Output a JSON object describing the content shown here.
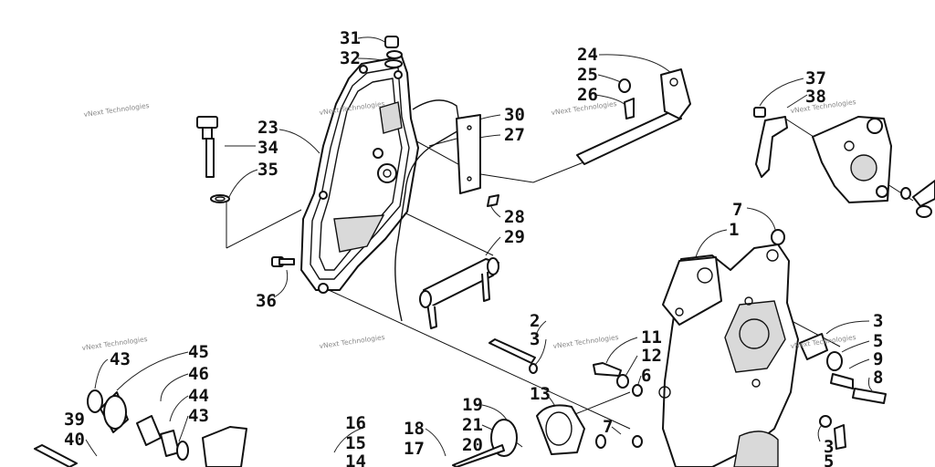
{
  "watermark": "vNext Technologies",
  "callouts": {
    "c31": "31",
    "c32": "32",
    "c23": "23",
    "c34": "34",
    "c35": "35",
    "c36": "36",
    "c30": "30",
    "c27": "27",
    "c28": "28",
    "c29": "29",
    "c24": "24",
    "c25": "25",
    "c26": "26",
    "c37": "37",
    "c38": "38",
    "c7a": "7",
    "c1": "1",
    "c2": "2",
    "c3a": "3",
    "c11": "11",
    "c12": "12",
    "c6": "6",
    "c3b": "3",
    "c5a": "5",
    "c9": "9",
    "c8": "8",
    "c13": "13",
    "c19": "19",
    "c21": "21",
    "c20": "20",
    "c7b": "7",
    "c18": "18",
    "c17": "17",
    "c16": "16",
    "c15": "15",
    "c14": "14",
    "c45": "45",
    "c43a": "43",
    "c46": "46",
    "c44": "44",
    "c43b": "43",
    "c39": "39",
    "c40": "40",
    "c3c": "3",
    "c5b": "5"
  }
}
